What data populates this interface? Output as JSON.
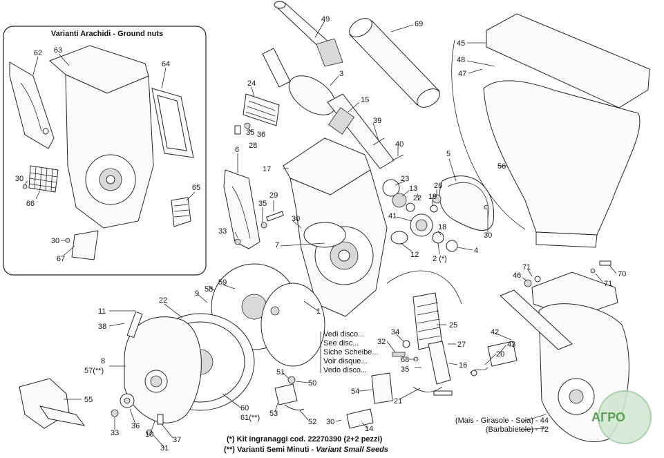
{
  "inset": {
    "title": "Varianti Arachidi - Ground nuts",
    "labels": [
      "62",
      "63",
      "64",
      "65",
      "30",
      "66",
      "30",
      "67"
    ]
  },
  "labels": {
    "l49": "49",
    "l69": "69",
    "l45": "45",
    "l48": "48",
    "l47": "47",
    "l3": "3",
    "l15": "15",
    "l24": "24",
    "l35a": "35",
    "l36a": "36",
    "l28": "28",
    "l39": "39",
    "l40": "40",
    "l17": "17",
    "l6": "6",
    "l5": "5",
    "l56": "56",
    "l23": "23",
    "l13": "13",
    "l26": "26",
    "l19": "19",
    "l22b": "22",
    "l29": "29",
    "l35b": "35",
    "l41": "41",
    "l18": "18",
    "l33a": "33",
    "l30a": "30",
    "l7": "7",
    "l12": "12",
    "l2": "2 (*)",
    "l4": "4",
    "l30b": "30",
    "l59": "59",
    "l58": "58",
    "l9": "9",
    "l22": "22",
    "l1": "1",
    "l71a": "71",
    "l46": "46",
    "l71b": "71",
    "l70": "70",
    "l11": "11",
    "l38": "38",
    "l8": "8",
    "l57": "57(**)",
    "l25": "25",
    "l34": "34",
    "l32": "32",
    "l68": "68",
    "l35c": "35",
    "l27": "27",
    "l16": "16",
    "l42": "42",
    "l20": "20",
    "l43": "43",
    "l21": "21",
    "l51": "51",
    "l50": "50",
    "l53": "53",
    "l52": "52",
    "l54": "54",
    "l14": "14",
    "l30c": "30",
    "l55": "55",
    "l33b": "33",
    "l36b": "36",
    "l10": "10",
    "l37": "37",
    "l31": "31",
    "l60": "60",
    "l61": "61(**)"
  },
  "disc_note": [
    "Vedi disco...",
    "See disc...",
    "Siche Scheibe...",
    "Voir disque...",
    "Vedo disco..."
  ],
  "variant_lines": [
    "(Mais - Girasole - Soia) - 44",
    "(Barbabietole) - 72"
  ],
  "footnotes": {
    "kit": "(*) Kit ingranaggi cod. 22270390 (2+2 pezzi)",
    "small_seeds_prefix": "(**) Varianti Semi Minuti -",
    "small_seeds_italic": "Variant Small Seeds"
  },
  "watermark": "АГРО"
}
